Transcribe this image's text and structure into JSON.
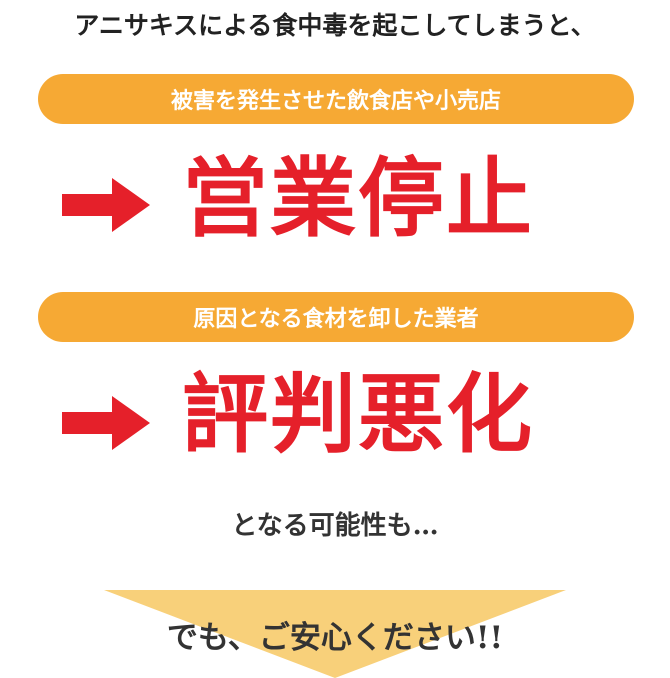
{
  "headline": "アニサキスによる食中毒を起こしてしまうと、",
  "cases": [
    {
      "label": "被害を発生させた飲食店や小売店",
      "result": "営業停止",
      "arrow_icon": "right-arrow-icon"
    },
    {
      "label": "原因となる食材を卸した業者",
      "result": "評判悪化",
      "arrow_icon": "right-arrow-icon"
    }
  ],
  "possibility_text": "となる可能性も…",
  "closing_text": "でも、ご安心ください!!",
  "colors": {
    "pill": "#f6a934",
    "red": "#e5202a",
    "triangle": "#f8d07a",
    "text": "#333333"
  }
}
